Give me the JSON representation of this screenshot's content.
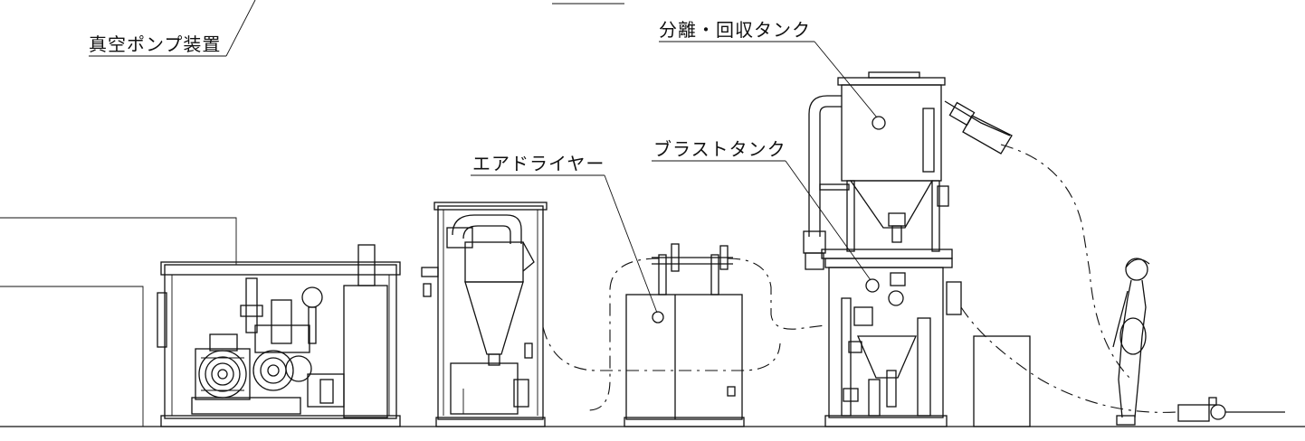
{
  "labels": {
    "vacuum_pump": "真空ポンプ装置",
    "separation_tank": "分離・回収タンク",
    "air_dryer": "エアドライヤー",
    "blast_tank": "ブラストタンク"
  },
  "icons": [
    "worker-figure",
    "blast-nozzle",
    "motor",
    "cyclone",
    "air-dryer-cabinet",
    "tank"
  ]
}
